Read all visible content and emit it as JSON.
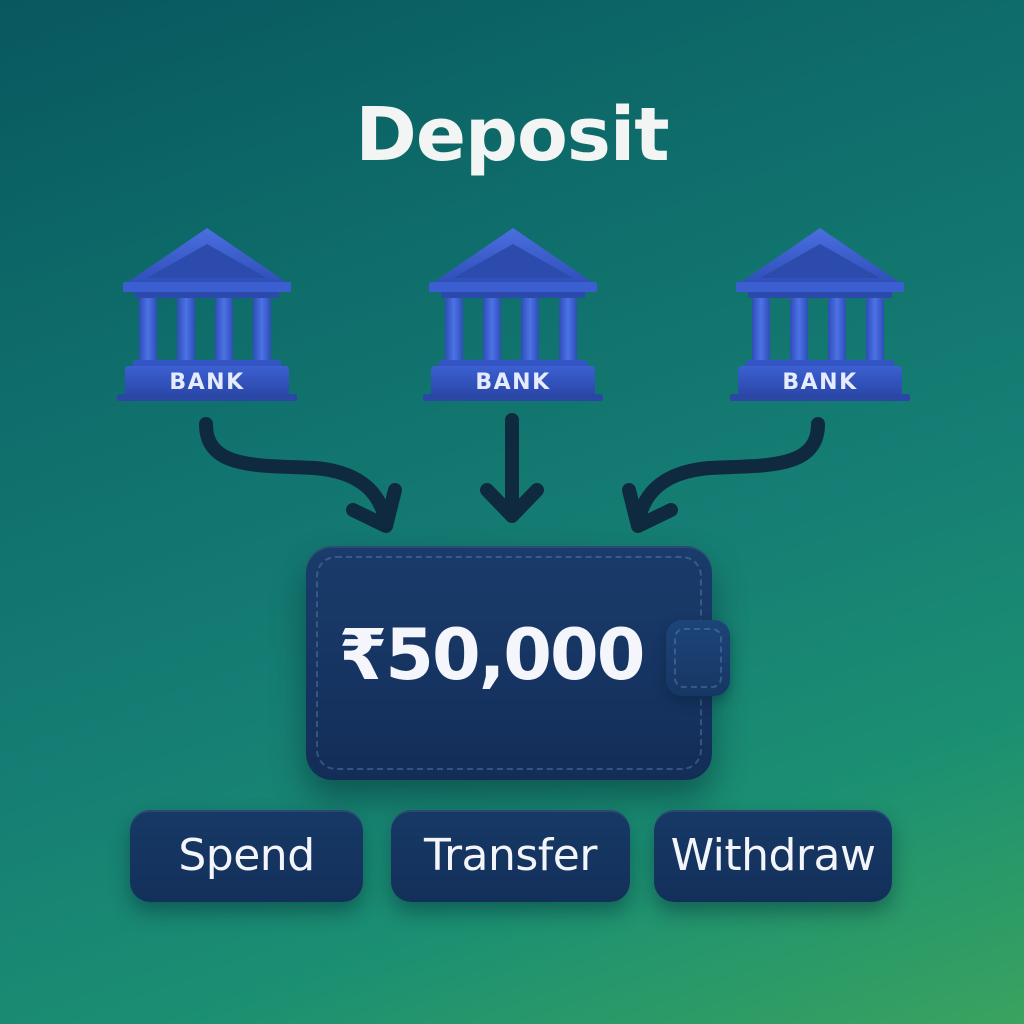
{
  "title": "Deposit",
  "banks": [
    {
      "label": "BANK"
    },
    {
      "label": "BANK"
    },
    {
      "label": "BANK"
    }
  ],
  "wallet": {
    "amount": "₹50,000"
  },
  "actions": {
    "spend_label": "Spend",
    "transfer_label": "Transfer",
    "withdraw_label": "Withdraw"
  },
  "colors": {
    "bank_blue": "#3457c9",
    "wallet_navy": "#163462",
    "arrow": "#0f2a3f",
    "background_top": "#08585f",
    "background_bottom": "#3aa35f"
  }
}
